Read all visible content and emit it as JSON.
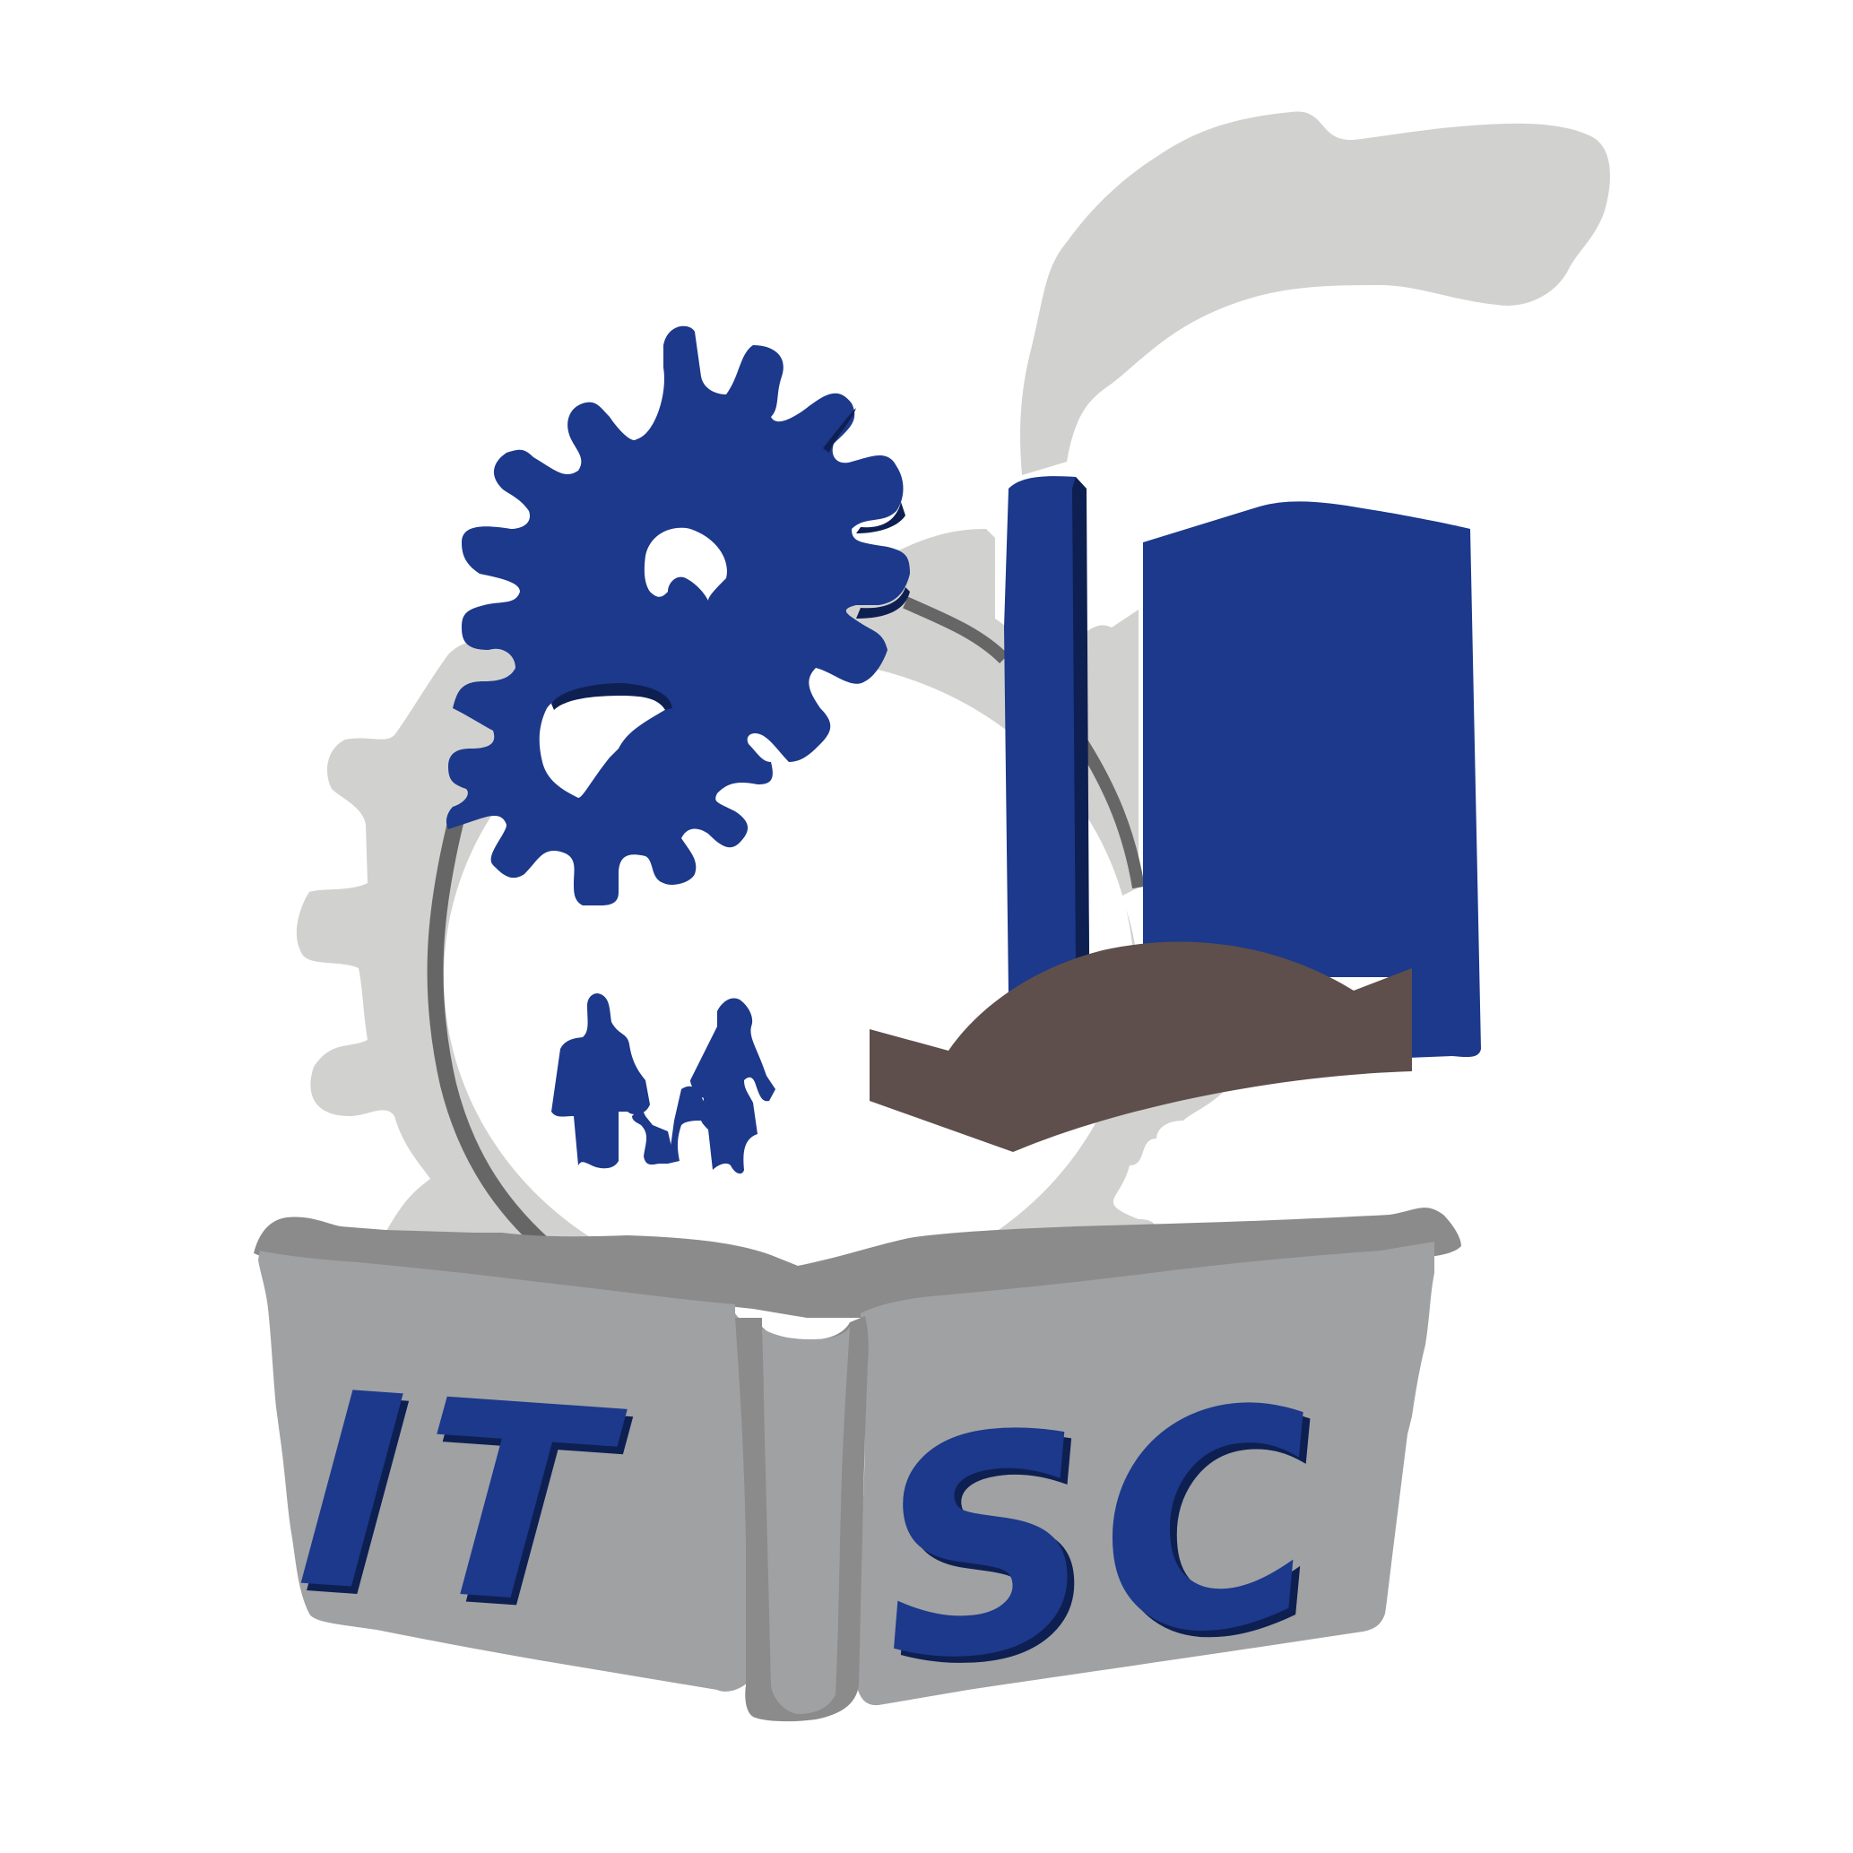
{
  "logo": {
    "left_page_text": "IT",
    "right_page_text": "SC",
    "emblem_parts": [
      "smoke-plume",
      "factory-chimney",
      "factory-building",
      "large-gear",
      "small-gear",
      "family-figures",
      "hand",
      "open-book"
    ]
  },
  "colors": {
    "brand_blue": "#1C398B",
    "dark_blue": "#0E1F52",
    "smoke_gray": "#D1D1CF",
    "outline_gray": "#666667",
    "book_gray": "#A0A1A3",
    "book_edge": "#8B8B8C",
    "hand_brown": "#5E4F4C",
    "background": "#FFFFFF"
  }
}
